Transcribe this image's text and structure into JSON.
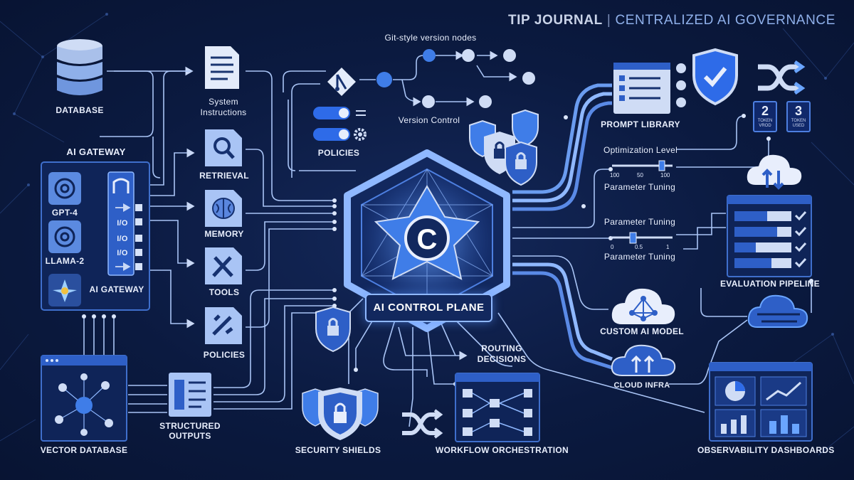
{
  "header": {
    "brand": "TIP JOURNAL",
    "separator": "|",
    "title": "CENTRALIZED AI GOVERNANCE"
  },
  "center": {
    "label": "AI CONTROL PLANE",
    "logo_letter": "C"
  },
  "left": {
    "database": "DATABASE",
    "gateway_title": "AI GATEWAY",
    "models": [
      "GPT-4",
      "LLAMA-2"
    ],
    "gateway_label": "AI GATEWAY",
    "io_labels": [
      "I/O",
      "I/O",
      "I/O"
    ],
    "vector_database": "VECTOR DATABASE",
    "structured_outputs": "STRUCTURED\nOUTPUTS"
  },
  "inputs": {
    "system_instructions": "System\nInstructions",
    "retrieval": "RETRIEVAL",
    "memory": "MEMORY",
    "tools": "TOOLS",
    "policies": "POLICIES"
  },
  "top": {
    "git_title": "Git-style version nodes",
    "version_control": "Version Control",
    "policies": "POLICIES"
  },
  "right": {
    "prompt_library": "PROMPT LIBRARY",
    "token_badges": [
      {
        "number": "2",
        "text": "TOKEN\nVROD"
      },
      {
        "number": "3",
        "text": "TOKEN\nUSED"
      }
    ],
    "optimization_level": "Optimization Level",
    "slider1_ticks": [
      "100",
      "50",
      "100"
    ],
    "slider1_label": "Parameter Tuning",
    "parameter_tuning": "Parameter Tuning",
    "slider2_ticks": [
      "0",
      "0.5",
      "1"
    ],
    "slider2_label": "Parameter Tuning",
    "evaluation_pipeline": "EVALUATION PIPELINE",
    "custom_ai_model": "CUSTOM AI MODEL",
    "cloud_infra": "CLOUD INFRA",
    "observability": "OBSERVABILITY DASHBOARDS"
  },
  "bottom": {
    "security_shields": "SECURITY SHIELDS",
    "routing_decisions": "ROUTING\nDECISIONS",
    "workflow_orchestration": "WORKFLOW ORCHESTRATION"
  },
  "colors": {
    "background": "#0b1a40",
    "accent": "#3f7de8",
    "light_accent": "#8fb8ff",
    "line": "#a9c4f5",
    "icon_fill": "#cfdcf5"
  },
  "icons": [
    "database-icon",
    "openai-icon",
    "gateway-icon",
    "document-icon",
    "search-icon",
    "brain-icon",
    "tools-icon",
    "policy-icon",
    "vector-db-icon",
    "structured-outputs-icon",
    "git-icon",
    "toggle-icon",
    "gear-icon",
    "lock-icon",
    "shield-icon",
    "check-shield-icon",
    "shuffle-icon",
    "prompt-library-icon",
    "cloud-icon",
    "evaluation-icon",
    "workflow-icon",
    "dashboard-icon"
  ]
}
